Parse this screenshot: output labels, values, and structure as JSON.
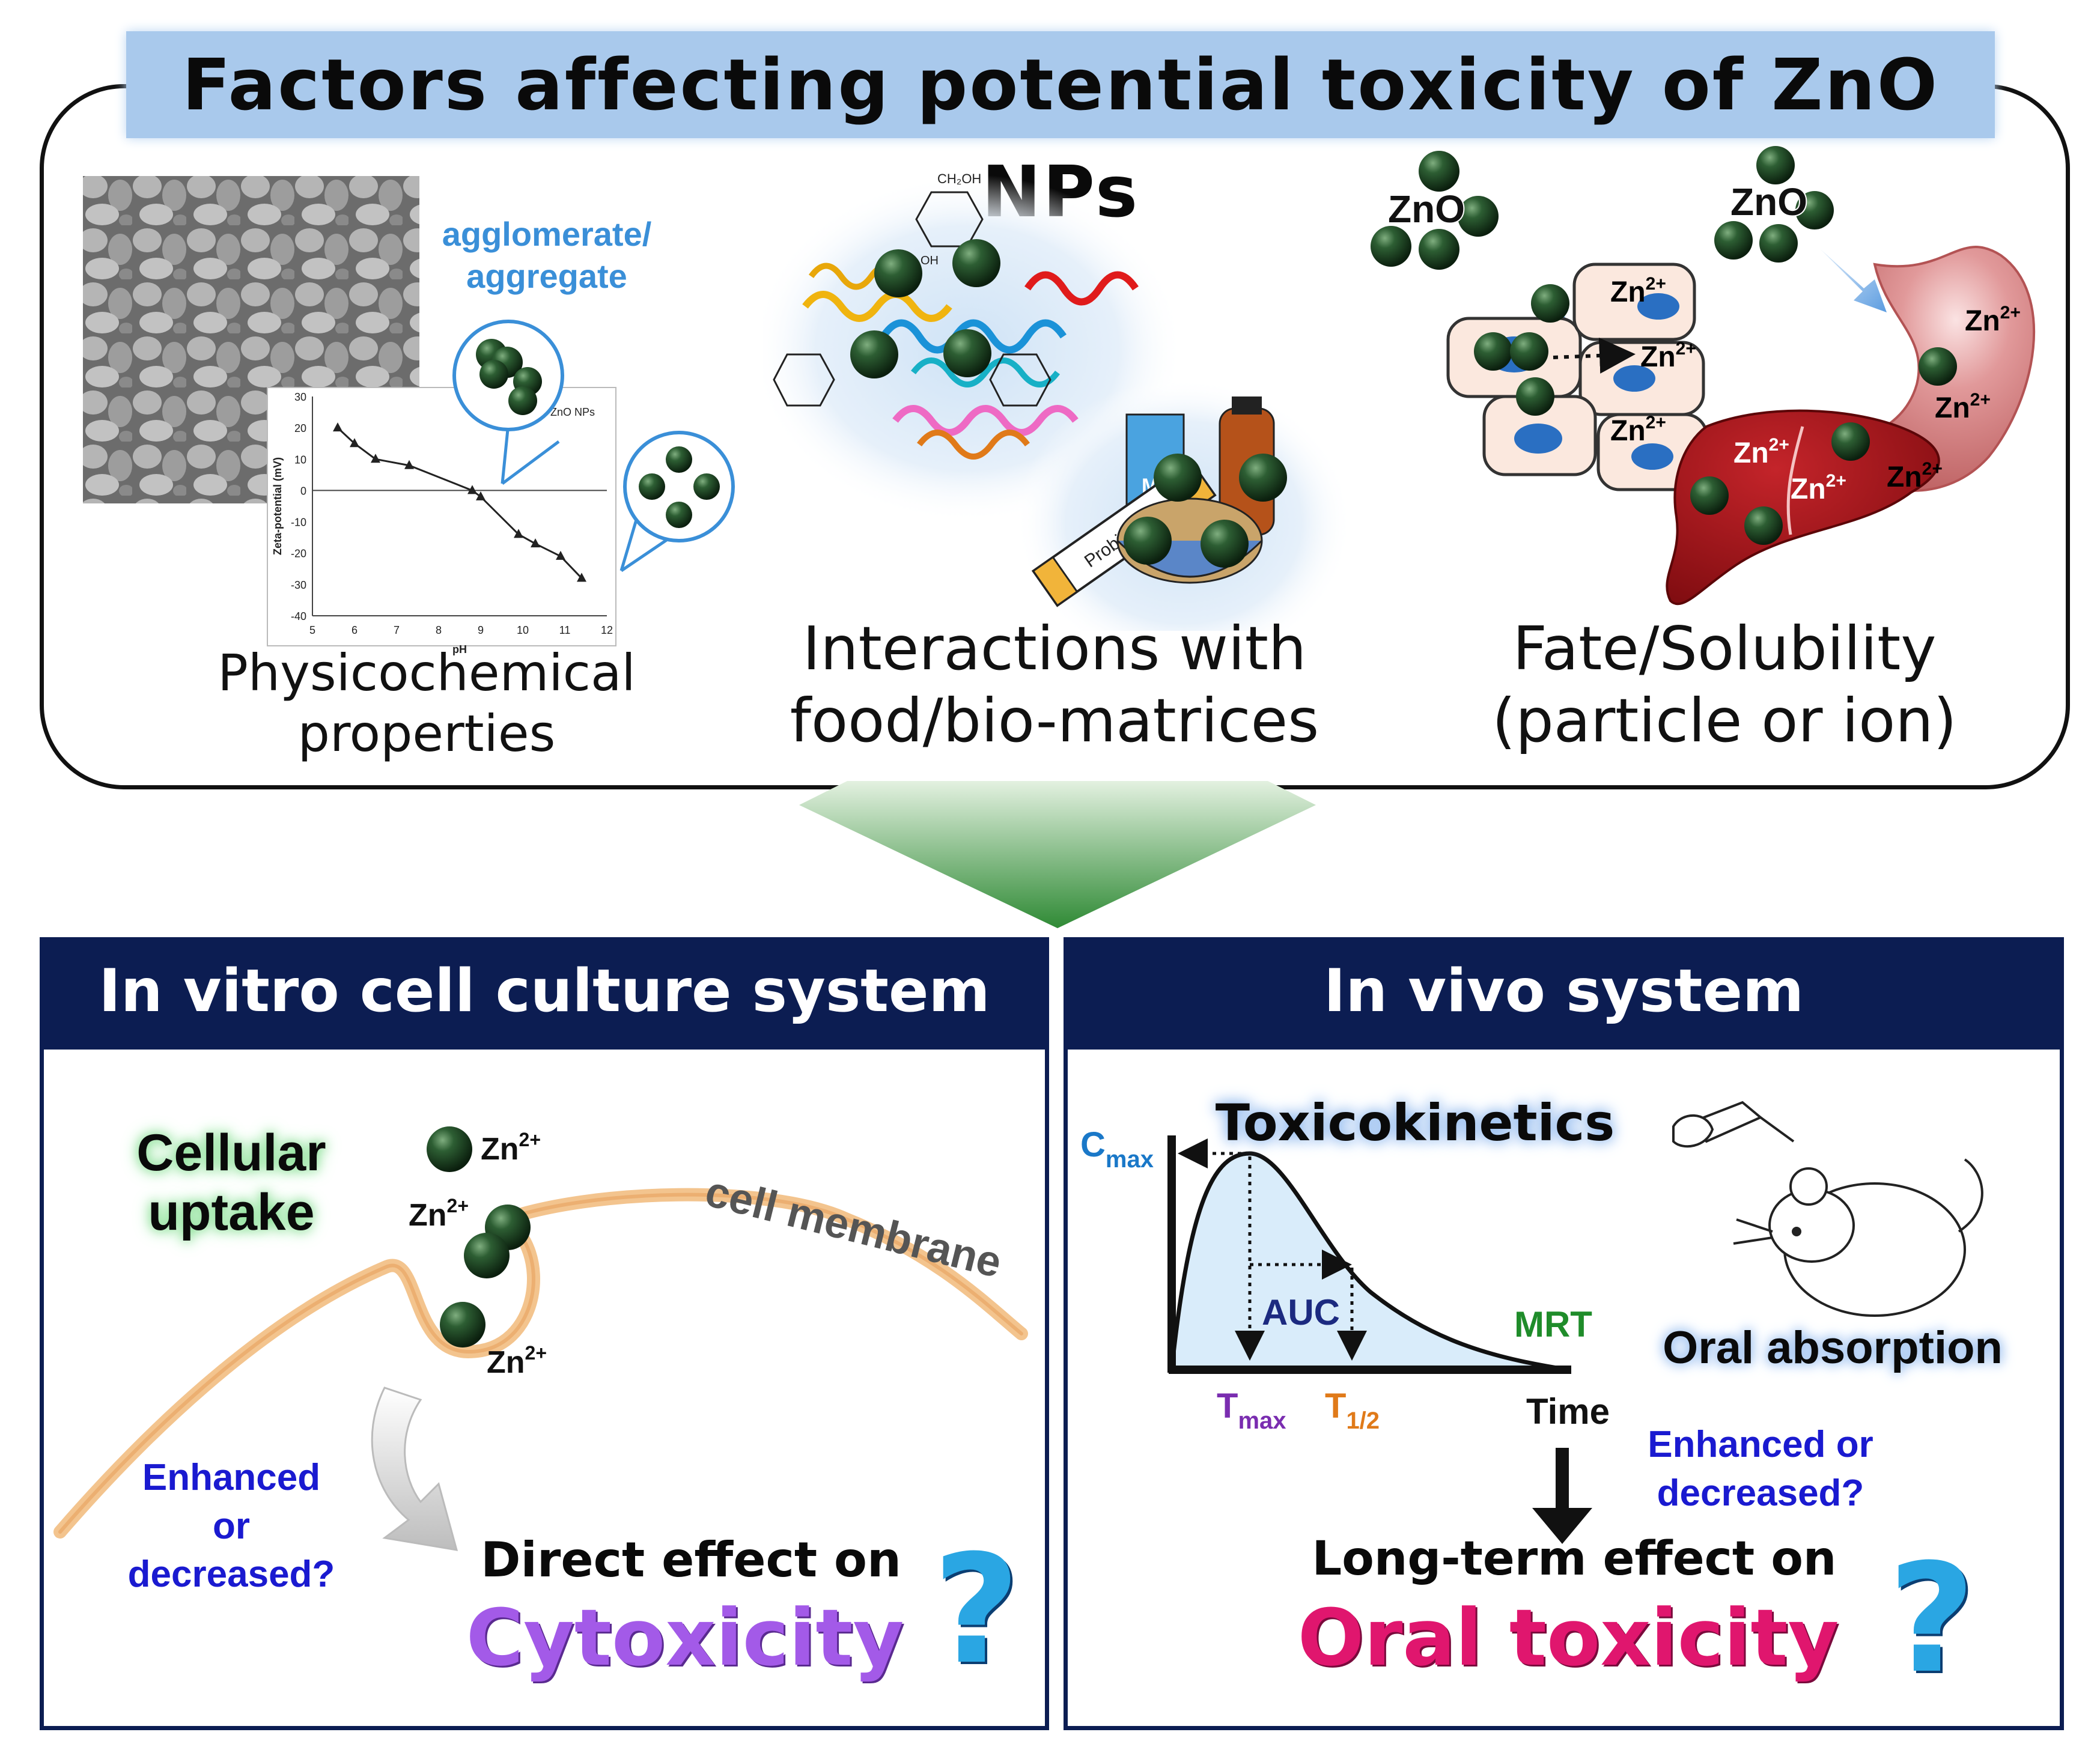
{
  "title": "Factors affecting potential toxicity of ZnO NPs",
  "top_sections": {
    "physicochemical": {
      "label_line1": "Physicochemical",
      "label_line2": "properties",
      "agglomerate_line1": "agglomerate/",
      "agglomerate_line2": "aggregate"
    },
    "interactions": {
      "label_line1": "Interactions with",
      "label_line2": "food/bio-matrices",
      "sugar_label": "CH₂OH",
      "oh_label": "OH",
      "milk_letter": "M",
      "probiotic_label": "Probio"
    },
    "fate": {
      "label_line1": "Fate/Solubility",
      "label_line2": "(particle or ion)",
      "zno_label": "ZnO",
      "zn_ion": "Zn",
      "zn_charge": "2+"
    }
  },
  "zeta_chart": {
    "legend": "ZnO NPs",
    "ylabel": "Zeta-potential (mV)",
    "xlabel": "pH",
    "y_ticks": [
      "30",
      "20",
      "10",
      "0",
      "-10",
      "-20",
      "-30",
      "-40"
    ],
    "x_ticks": [
      "5",
      "6",
      "7",
      "8",
      "9",
      "10",
      "11",
      "12"
    ]
  },
  "chart_data": {
    "type": "line",
    "title": "",
    "xlabel": "pH",
    "ylabel": "Zeta-potential (mV)",
    "xlim": [
      5,
      12
    ],
    "ylim": [
      -40,
      30
    ],
    "grid": false,
    "legend_position": "top-right",
    "series": [
      {
        "name": "ZnO NPs",
        "x": [
          5.6,
          6.0,
          6.5,
          7.3,
          8.8,
          9.0,
          9.9,
          10.3,
          10.9,
          11.4
        ],
        "y": [
          20,
          15,
          10,
          8,
          0,
          -2,
          -14,
          -17,
          -21,
          -28
        ]
      }
    ]
  },
  "in_vitro": {
    "header": "In vitro cell culture system",
    "cellular_line1": "Cellular",
    "cellular_line2": "uptake",
    "membrane_label": "cell membrane",
    "zn_ion": "Zn",
    "zn_charge": "2+",
    "enhanced_line1": "Enhanced",
    "enhanced_line2": "or",
    "enhanced_line3": "decreased?",
    "direct_effect": "Direct effect on",
    "cytoxicity": "Cytoxicity",
    "question": "?"
  },
  "in_vivo": {
    "header": "In vivo system",
    "toxicokinetics": "Toxicokinetics",
    "cmax_main": "C",
    "cmax_sub": "max",
    "tmax_main": "T",
    "tmax_sub": "max",
    "thalf_main": "T",
    "thalf_sub": "1/2",
    "auc": "AUC",
    "mrt": "MRT",
    "time": "Time",
    "oral_absorption": "Oral absorption",
    "enhanced_line1": "Enhanced or",
    "enhanced_line2": "decreased?",
    "long_term": "Long-term effect on",
    "oral_toxicity": "Oral toxicity",
    "question": "?"
  },
  "colors": {
    "title_band": "#a9c9ec",
    "panel_header": "#0c1d52",
    "nanoparticle": "#1f4a26",
    "accent_blue": "#3a8fd8",
    "question": "#2aa6e3",
    "cytoxicity": "#a35ae8",
    "oral_toxicity": "#e0166e",
    "membrane": "#f3c48e",
    "liver": "#a5161a",
    "stomach": "#d9807e",
    "cmax_color": "#1a78c8",
    "tmax_color": "#7a2db0",
    "thalf_color": "#e07a19",
    "mrt_color": "#1f8c2a"
  }
}
